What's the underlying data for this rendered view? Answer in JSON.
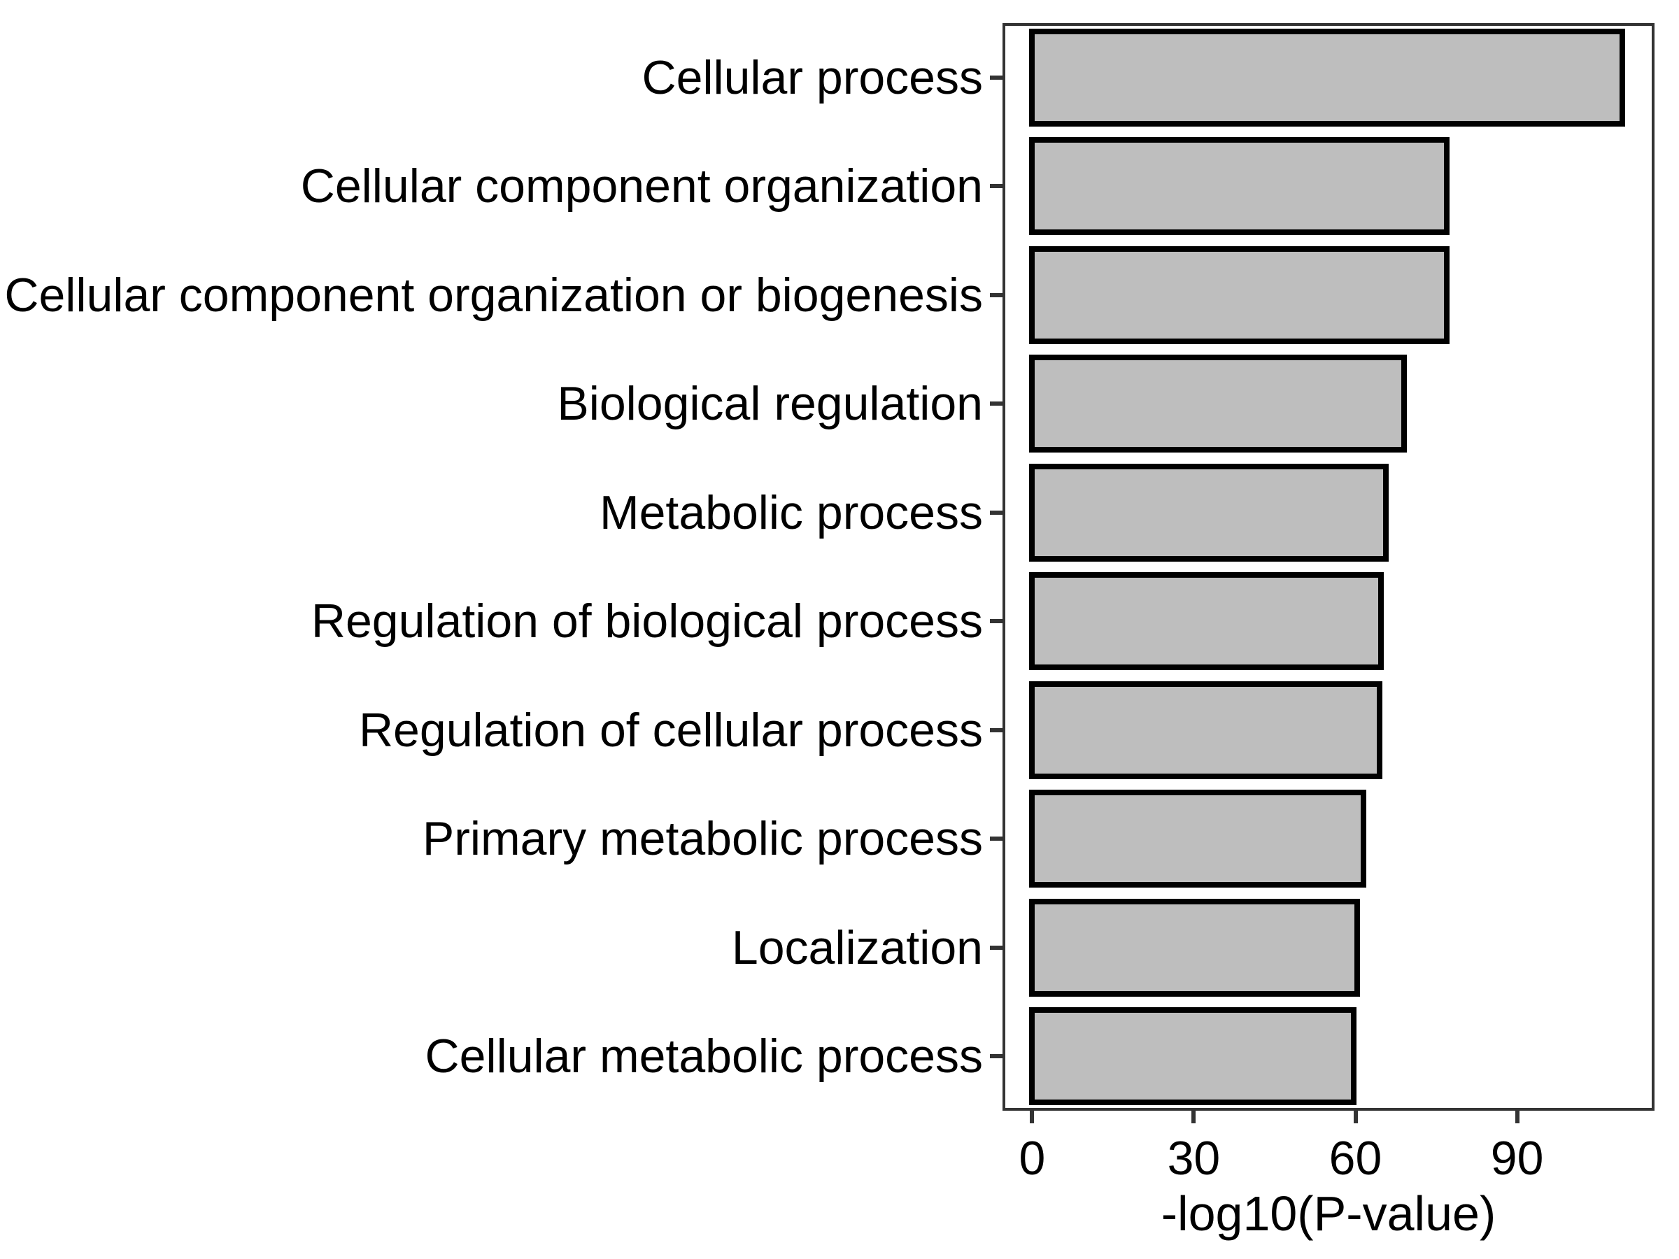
{
  "chart_data": {
    "type": "bar",
    "orientation": "horizontal",
    "title": "",
    "xlabel": "-log10(P-value)",
    "ylabel": "",
    "categories": [
      "Cellular process",
      "Cellular component organization",
      "Cellular component organization or biogenesis",
      "Biological regulation",
      "Metabolic process",
      "Regulation of biological process",
      "Regulation of cellular process",
      "Primary metabolic process",
      "Localization",
      "Cellular metabolic process"
    ],
    "values": [
      110,
      77.5,
      77.4,
      69.6,
      66.2,
      65.2,
      65.0,
      62.0,
      60.8,
      60.2
    ],
    "x_ticks": [
      0,
      30,
      60,
      90
    ],
    "xlim": [
      -5.5,
      115.5
    ],
    "grid": false,
    "legend": false,
    "bar_fill": "#bebebe",
    "bar_stroke": "#000000",
    "axis_color": "#333333",
    "text_color": "#000000",
    "background": "#ffffff"
  }
}
